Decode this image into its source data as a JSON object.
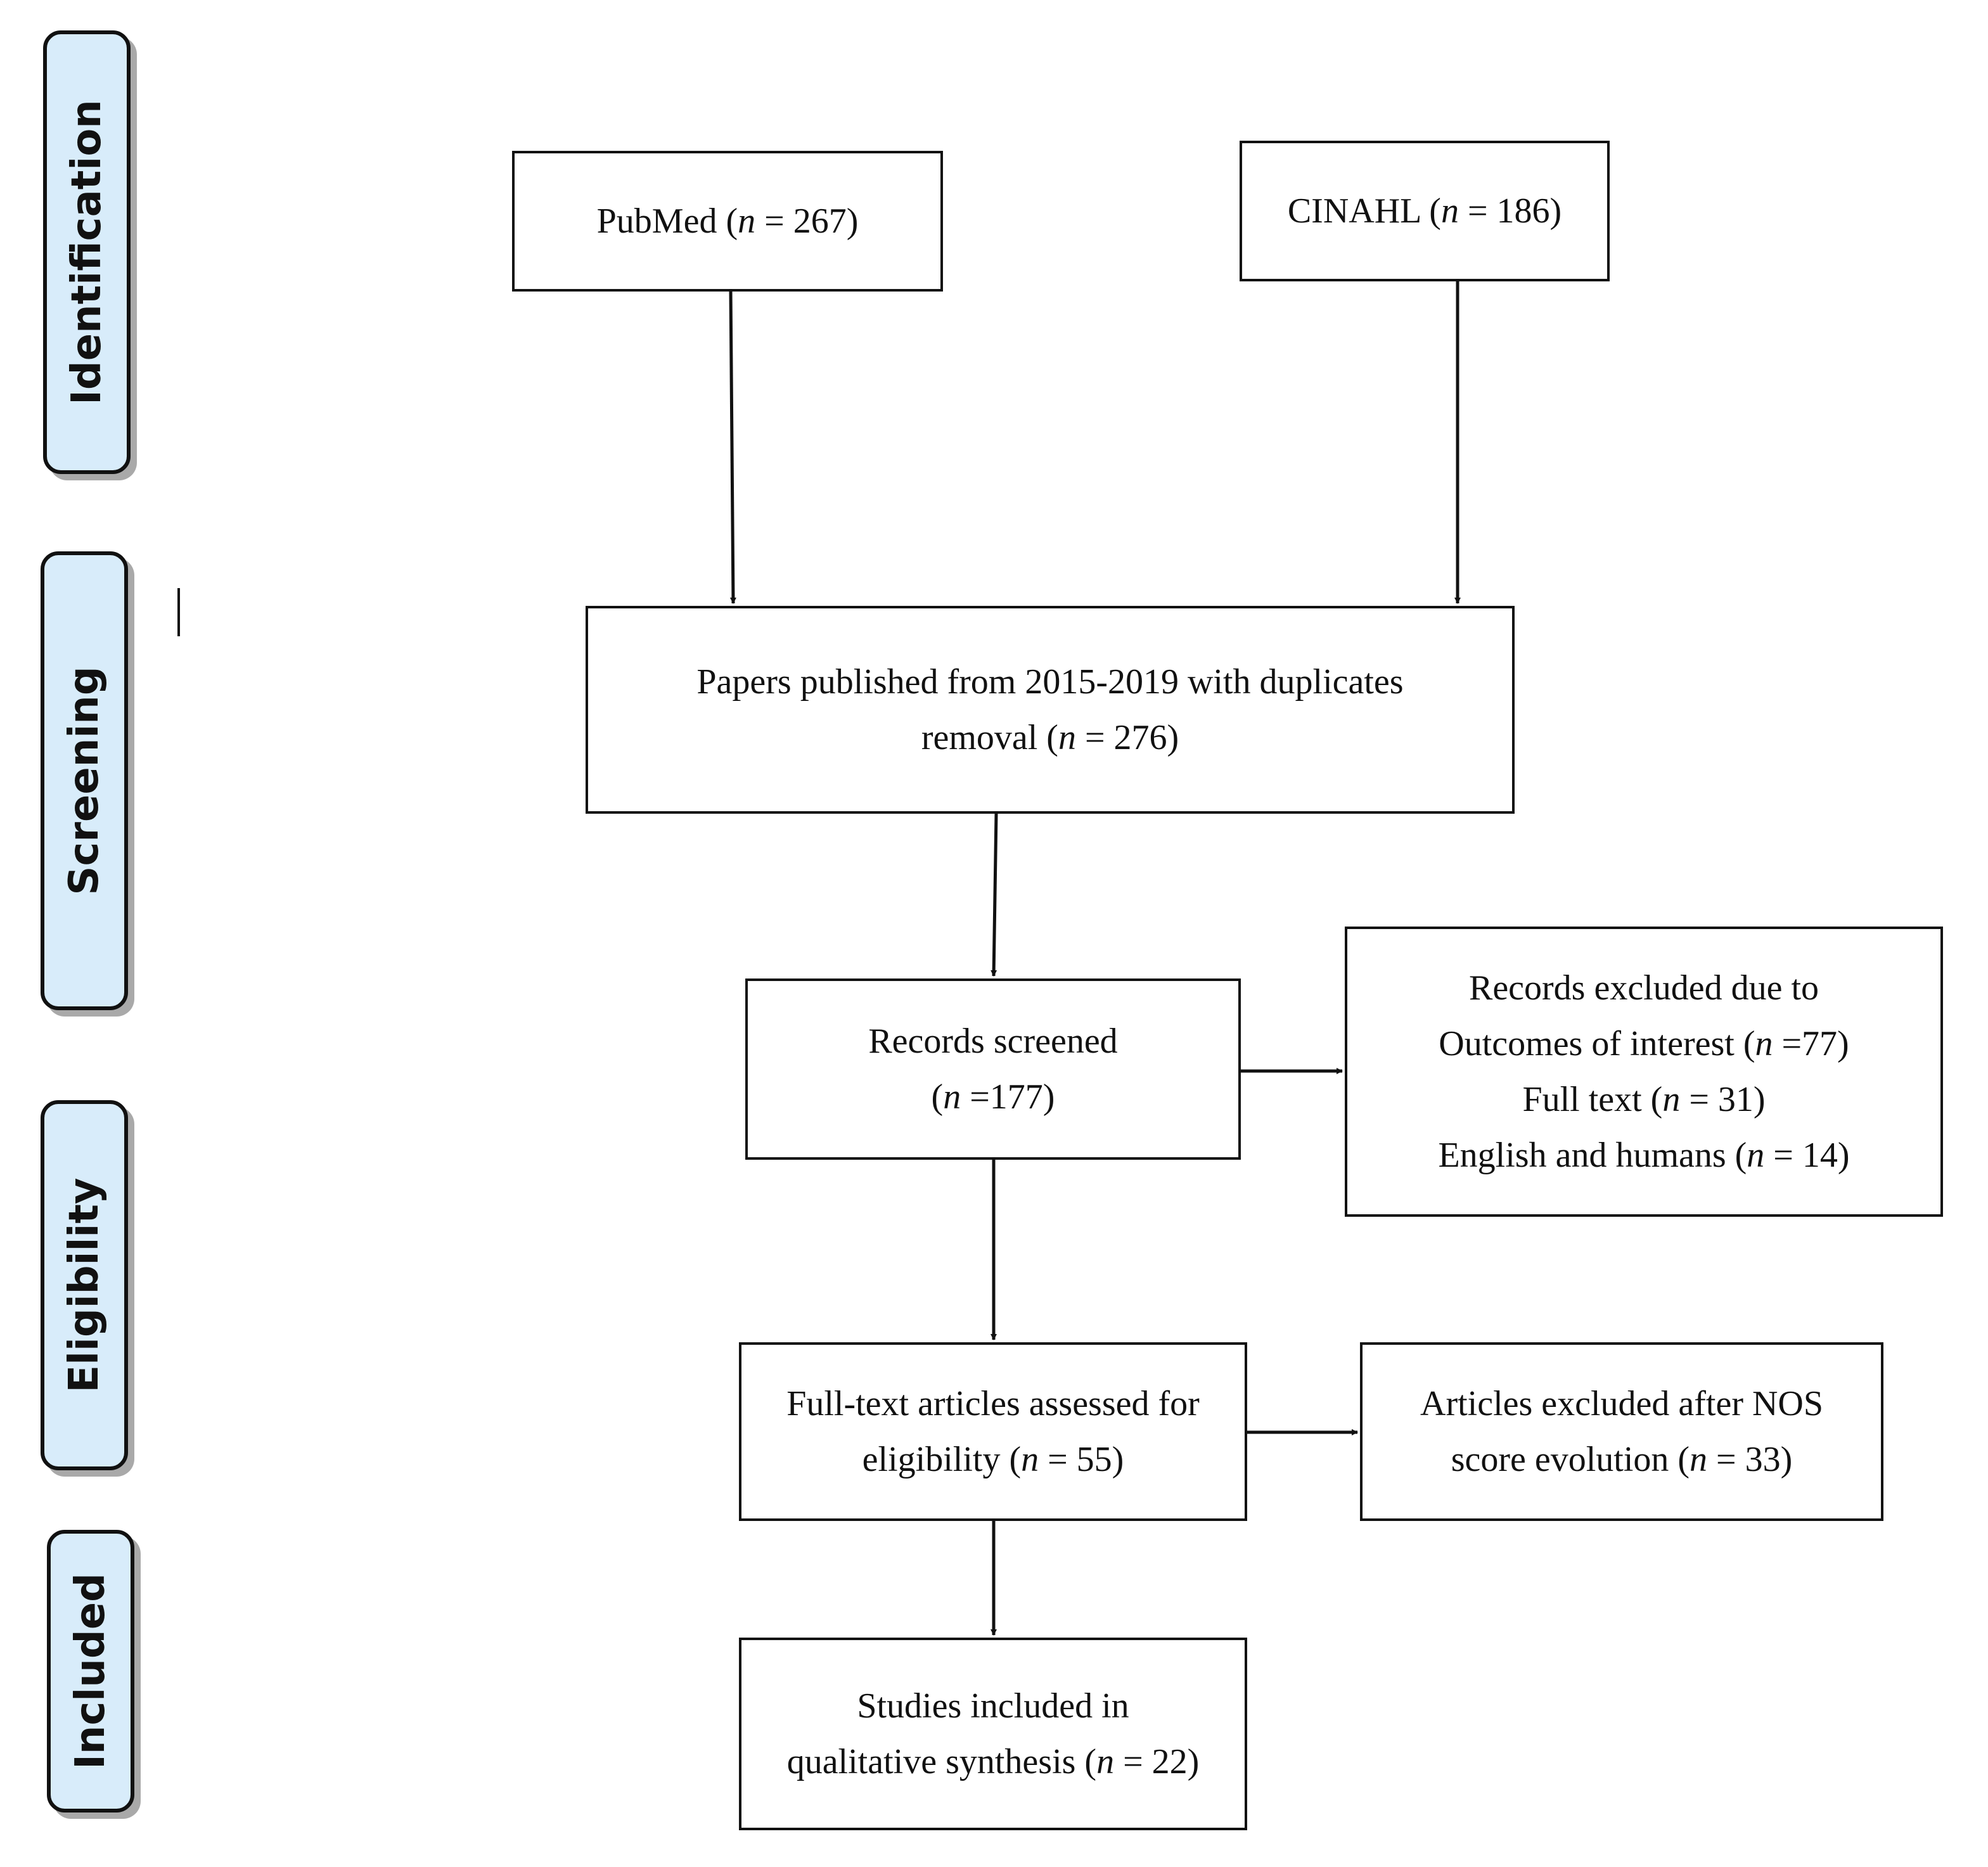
{
  "stages": [
    {
      "id": "identification",
      "label": "Identification"
    },
    {
      "id": "screening",
      "label": "Screening"
    },
    {
      "id": "eligibility",
      "label": "Eligibility"
    },
    {
      "id": "included",
      "label": "Included"
    }
  ],
  "boxes": {
    "pubmed": {
      "lines": [
        "PubMed (n = 267)"
      ]
    },
    "cinahl": {
      "lines": [
        "CINAHL (n = 186)"
      ]
    },
    "papers": {
      "lines": [
        "Papers published from 2015-2019 with duplicates",
        "removal (n = 276)"
      ]
    },
    "screened": {
      "lines": [
        "Records screened",
        "(n =177)"
      ]
    },
    "excluded_records": {
      "lines": [
        "Records excluded due to",
        "Outcomes of interest (n =77)",
        "Full text (n = 31)",
        "English and humans (n = 14)"
      ]
    },
    "fulltext": {
      "lines": [
        "Full-text articles assessed for",
        "eligibility (n = 55)"
      ]
    },
    "excluded_articles": {
      "lines": [
        "Articles excluded after NOS",
        "score evolution (n = 33)"
      ]
    },
    "included": {
      "lines": [
        "Studies included in",
        "qualitative synthesis (n = 22)"
      ]
    }
  },
  "connections": [
    {
      "from": "pubmed",
      "to": "papers"
    },
    {
      "from": "cinahl",
      "to": "papers"
    },
    {
      "from": "papers",
      "to": "screened"
    },
    {
      "from": "screened",
      "to": "excluded_records"
    },
    {
      "from": "screened",
      "to": "fulltext"
    },
    {
      "from": "fulltext",
      "to": "excluded_articles"
    },
    {
      "from": "fulltext",
      "to": "included"
    }
  ]
}
